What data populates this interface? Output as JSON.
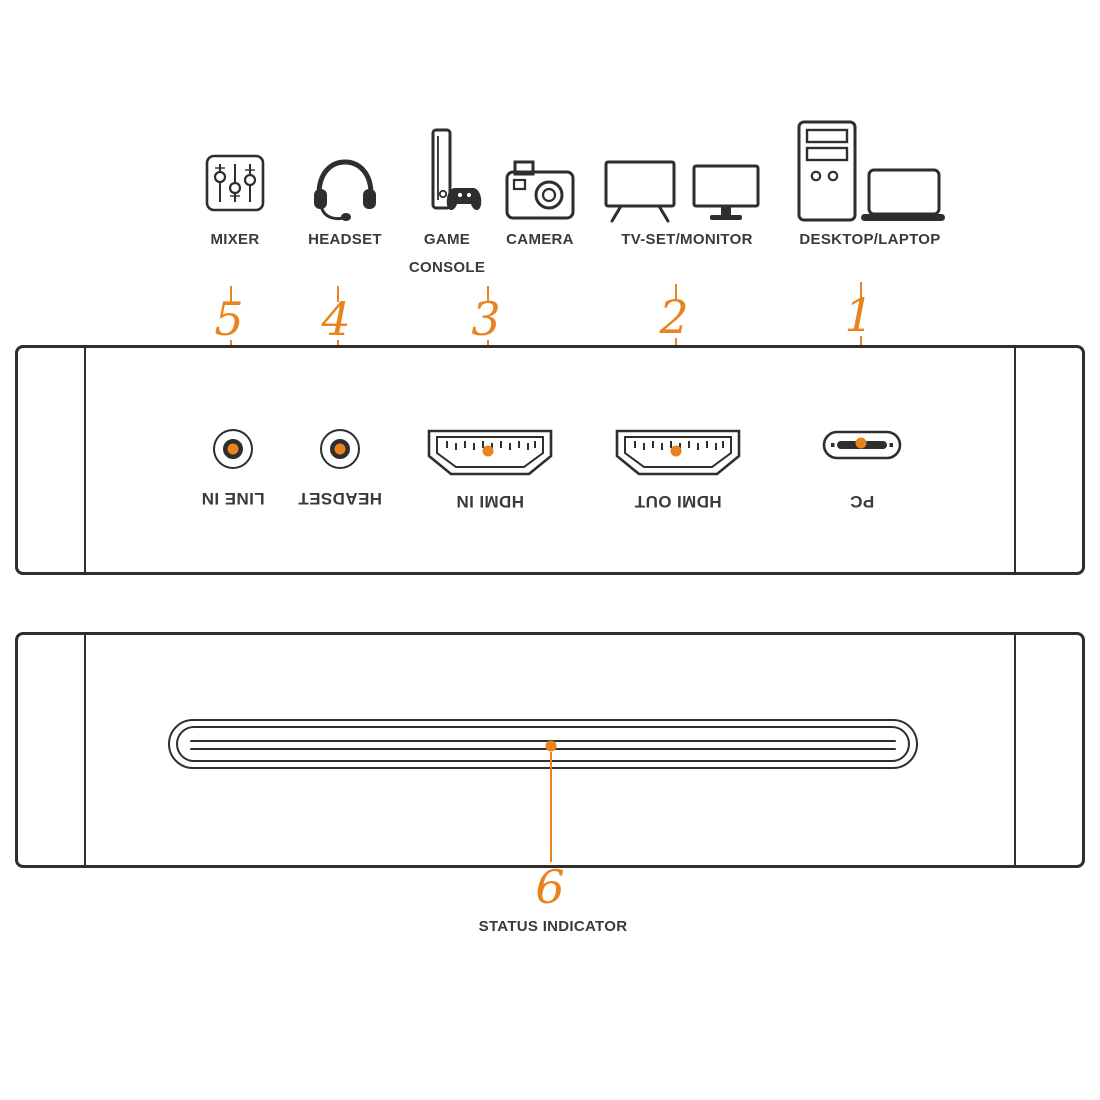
{
  "colors": {
    "accent": "#E8831D",
    "line": "#2E2E2E",
    "text": "#3A3A3A",
    "background": "#FFFFFF"
  },
  "source_icons": {
    "mixer": {
      "label": "MIXER",
      "icon": "mixer-icon",
      "callout": "5"
    },
    "headset": {
      "label": "HEADSET",
      "icon": "headset-icon",
      "callout": "4"
    },
    "game_console": {
      "label_line1": "GAME",
      "label_line2": "CONSOLE",
      "icon": "game-console-icon",
      "callout": "3"
    },
    "camera": {
      "label": "CAMERA",
      "icon": "camera-icon",
      "callout": "3"
    },
    "tv_monitor": {
      "label": "TV-SET/MONITOR",
      "icon": "tv-monitor-icon",
      "callout": "2"
    },
    "desktop_laptop": {
      "label": "DESKTOP/LAPTOP",
      "icon": "desktop-laptop-icon",
      "callout": "1"
    }
  },
  "callout_numbers": {
    "n1": "1",
    "n2": "2",
    "n3": "3",
    "n4": "4",
    "n5": "5",
    "n6": "6"
  },
  "front_panel_ports": {
    "line_in": {
      "label": "LINE IN",
      "type": "3.5mm-jack"
    },
    "headset": {
      "label": "HEADSET",
      "type": "3.5mm-jack"
    },
    "hdmi_in": {
      "label": "HDMI IN",
      "type": "hdmi-port"
    },
    "hdmi_out": {
      "label": "HDMI OUT",
      "type": "hdmi-port"
    },
    "pc": {
      "label": "PC",
      "type": "usb-c-port"
    }
  },
  "top_panel": {
    "status_label": "STATUS INDICATOR",
    "callout": "6"
  }
}
